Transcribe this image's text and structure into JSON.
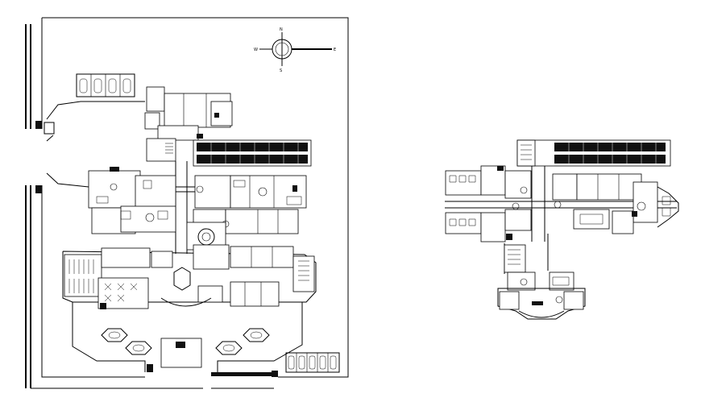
{
  "compass": {
    "north_label": "N",
    "south_label": "S",
    "west_label": "W",
    "east_label": "E"
  },
  "plans": [
    {
      "id": "ground-floor-plan"
    },
    {
      "id": "upper-floor-plan"
    }
  ],
  "colors": {
    "line": "#000000",
    "fill_dark": "#111111",
    "background": "#ffffff"
  }
}
